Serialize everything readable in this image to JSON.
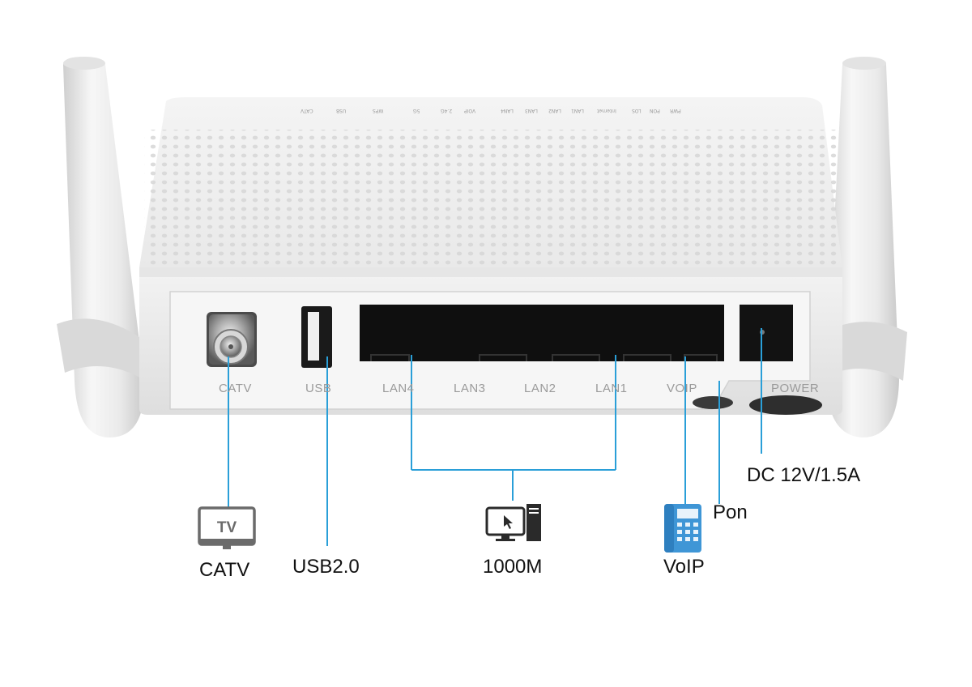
{
  "device": {
    "top_led_labels": [
      "PWR",
      "PON",
      "LOS",
      "Internet",
      "LAN1",
      "LAN2",
      "LAN3",
      "LAN4",
      "VOIP",
      "2.4G",
      "5G",
      "WPS",
      "USB",
      "CATV"
    ],
    "rear_ports": {
      "catv": "CATV",
      "usb": "USB",
      "lan4": "LAN4",
      "lan3": "LAN3",
      "lan2": "LAN2",
      "lan1": "LAN1",
      "voip": "VOIP",
      "power": "POWER"
    }
  },
  "callouts": {
    "catv": "CATV",
    "usb": "USB2.0",
    "lan": "1000M",
    "voip": "VoIP",
    "pon": "Pon",
    "power": "DC 12V/1.5A"
  },
  "icons": {
    "tv": "tv-icon",
    "tv_text": "TV",
    "computer": "computer-icon",
    "phone": "desk-phone-icon"
  },
  "colors": {
    "leader_line": "#2a9fd8",
    "device_body": "#f1f1f1",
    "port_black": "#111111",
    "phone_blue": "#3f96d6"
  }
}
